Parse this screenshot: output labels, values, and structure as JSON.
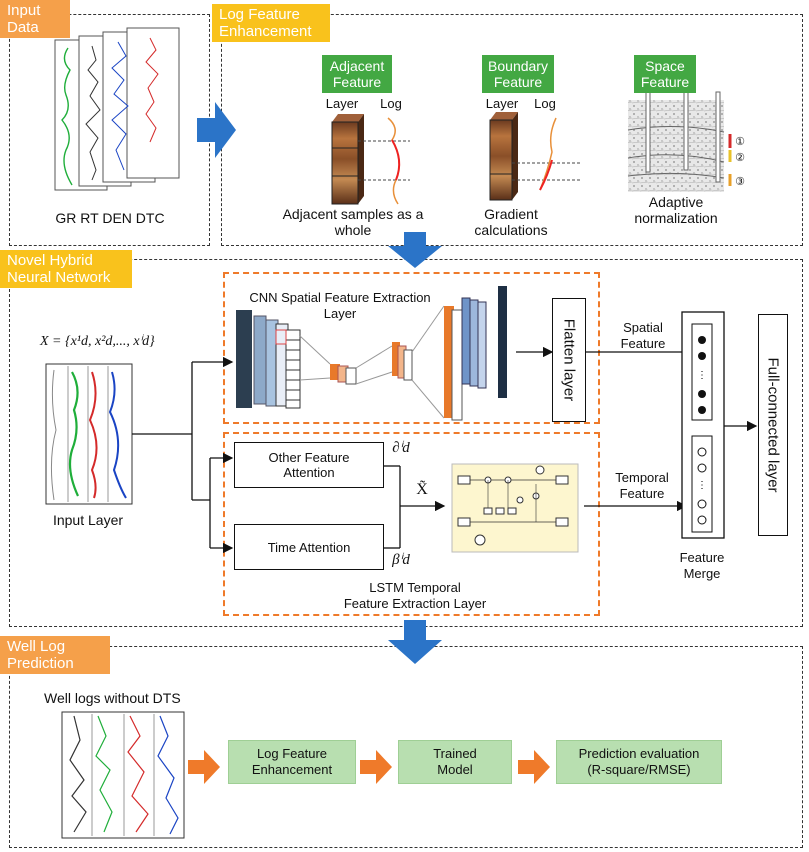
{
  "sections": {
    "input_data": "Input\nData",
    "log_enhancement": "Log Feature\nEnhancement",
    "hybrid_nn": "Novel  Hybrid\nNeural Network",
    "prediction": "Well Log\nPrediction"
  },
  "input_data": {
    "curves_caption": "GR RT DEN DTC"
  },
  "enhancement": {
    "adjacent": {
      "tag": "Adjacent\nFeature",
      "layer": "Layer",
      "log": "Log",
      "caption": "Adjacent  samples as a\nwhole"
    },
    "boundary": {
      "tag": "Boundary\nFeature",
      "layer": "Layer",
      "log": "Log",
      "caption": "Gradient\ncalculations"
    },
    "space": {
      "tag": "Space\nFeature",
      "caption": "Adaptive\nnormalization",
      "markers": [
        "①",
        "②",
        "③"
      ]
    }
  },
  "network": {
    "input_formula": "X = {x¹d, x²d,..., xⁱd}",
    "input_layer": "Input Layer",
    "cnn_title": "CNN Spatial Feature Extraction\nLayer",
    "flatten": "Flatten layer",
    "spatial_feature": "Spatial\nFeature",
    "other_attention": "Other Feature\nAttention",
    "time_attention": "Time Attention",
    "alpha": "∂ⁱd",
    "beta": "βⁱd",
    "x_tilde": "X̃",
    "temporal_feature": "Temporal\nFeature",
    "lstm_title": "LSTM  Temporal\nFeature Extraction  Layer",
    "feature_merge": "Feature\nMerge",
    "full_connected": "Full-connected layer"
  },
  "prediction": {
    "caption": "Well logs without DTS",
    "steps": [
      "Log Feature\nEnhancement",
      "Trained\nModel",
      "Prediction evaluation\n(R-square/RMSE)"
    ]
  },
  "colors": {
    "orange": "#f5a04a",
    "green": "#43a843",
    "light_green": "#b8dfb0",
    "blue_arrow": "#2b74c8"
  }
}
